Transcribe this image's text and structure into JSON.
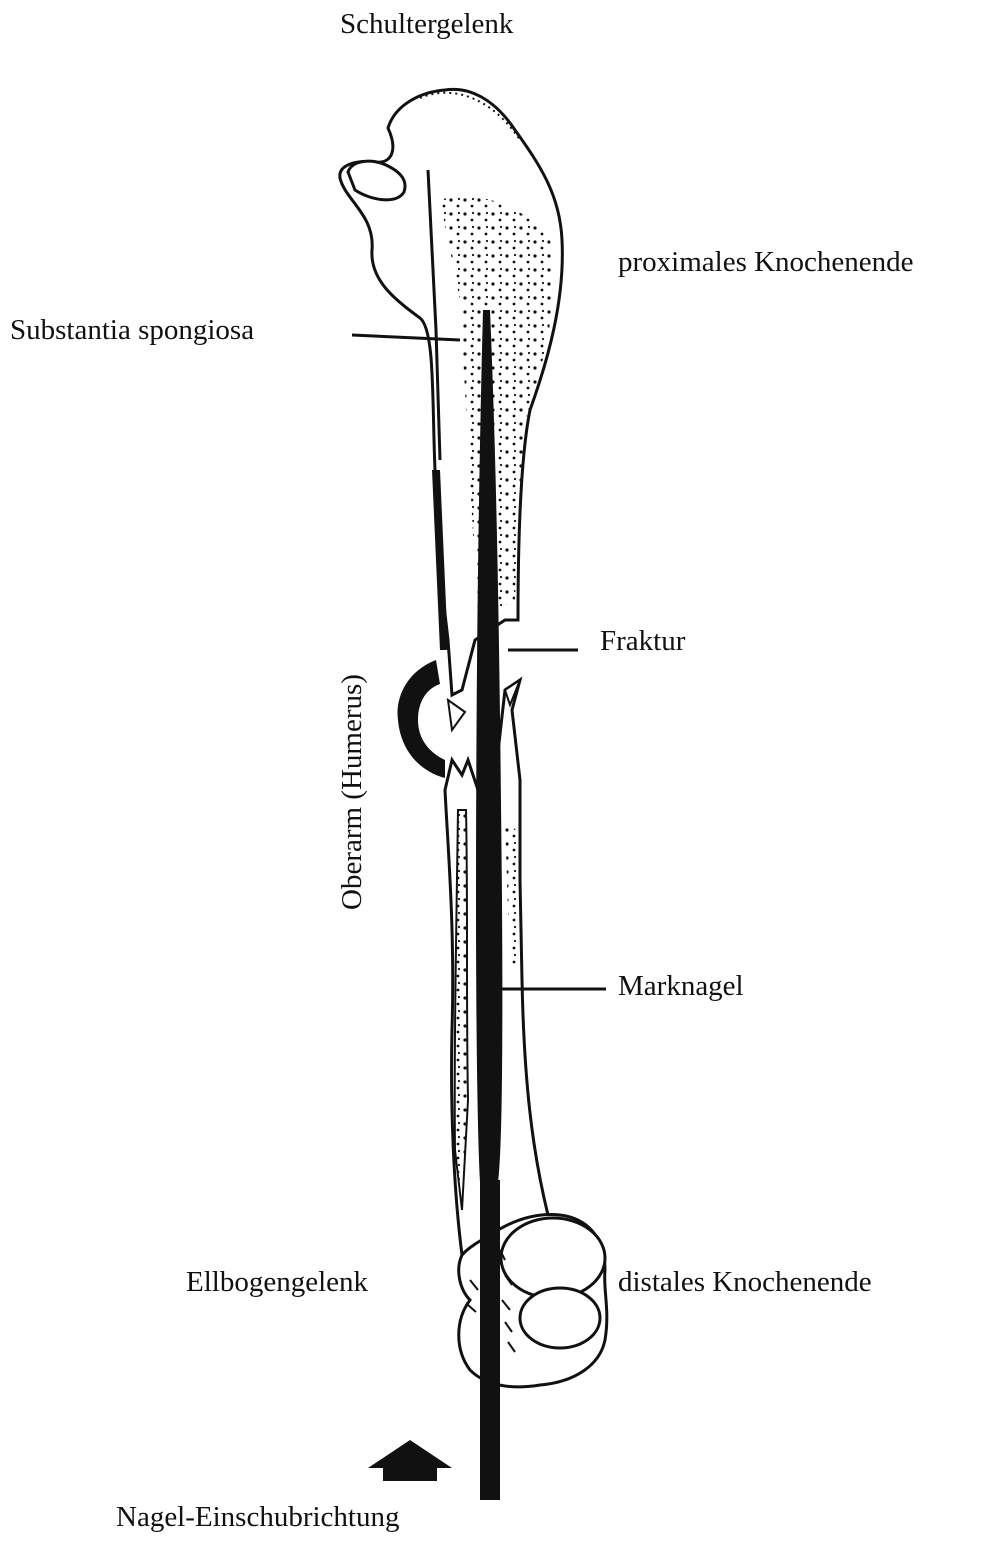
{
  "labels": {
    "shoulder_joint": "Schultergelenk",
    "proximal_end": "proximales Knochenende",
    "spongy_bone": "Substantia spongiosa",
    "fracture": "Fraktur",
    "upper_arm": "Oberarm (Humerus)",
    "nail": "Marknagel",
    "elbow_joint": "Ellbogengelenk",
    "distal_end": "distales Knochenende",
    "insertion_direction": "Nagel-Einschubrichtung"
  },
  "colors": {
    "ink": "#111111",
    "paper": "#ffffff"
  }
}
